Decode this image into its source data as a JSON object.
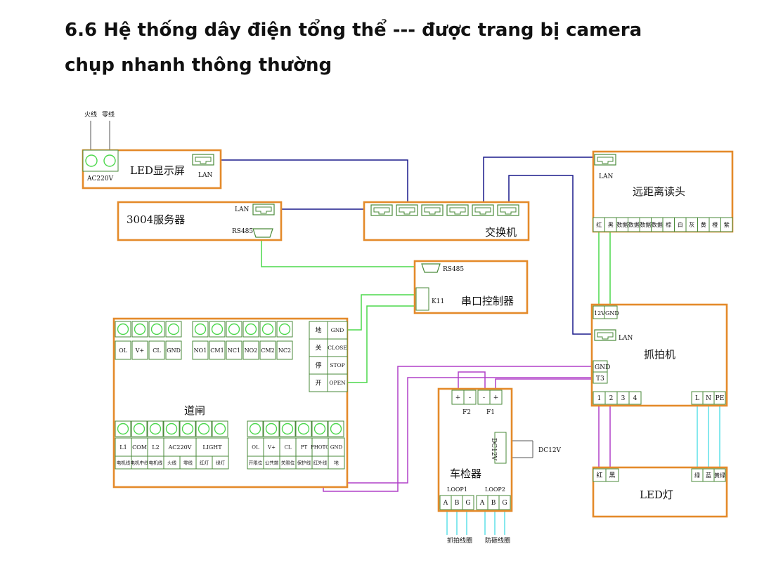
{
  "heading": {
    "line1": "6.6 Hệ thống dây điện tổng thể --- được trang bị camera",
    "line2": "chụp nhanh thông thường"
  },
  "power_top": {
    "live": "火线",
    "neutral": "零线"
  },
  "led_display": {
    "title": "LED显示屏",
    "ac": "AC220V",
    "lan": "LAN"
  },
  "server": {
    "title": "3004服务器",
    "lan": "LAN",
    "rs485": "RS485"
  },
  "switch": {
    "title": "交换机"
  },
  "reader": {
    "title": "远距离读头",
    "lan": "LAN",
    "pins": [
      "红",
      "黑",
      "数据",
      "数据",
      "数据",
      "数据",
      "棕",
      "白",
      "灰",
      "黄",
      "橙",
      "紫"
    ]
  },
  "serial_ctrl": {
    "title": "串口控制器",
    "rs485": "RS485",
    "k11": "K11"
  },
  "camera": {
    "title": "抓拍机",
    "v12": "12V",
    "gnd_top": "GND",
    "lan": "LAN",
    "gnd": "GND",
    "t3": "T3",
    "io": [
      "1",
      "2",
      "3",
      "4"
    ],
    "power": [
      "L",
      "N",
      "PE"
    ]
  },
  "barrier": {
    "title": "道闸",
    "top_labels": [
      "OL",
      "V+",
      "CL",
      "GND",
      "NO1",
      "CM1",
      "NC1",
      "NO2",
      "CM2",
      "NC2"
    ],
    "side_cn": [
      "地",
      "关",
      "停",
      "开"
    ],
    "side_en": [
      "GND",
      "CLOSE",
      "STOP",
      "OPEN"
    ],
    "bot_labels": [
      "L1",
      "COM",
      "L2",
      "AC220V",
      "LIGHT",
      "OL",
      "V+",
      "CL",
      "PT",
      "PHOTO",
      "GND"
    ],
    "bot_desc": [
      "电机线",
      "电机中线",
      "电机线",
      "火线",
      "零线",
      "红灯",
      "绿灯",
      "开限位",
      "公共端",
      "关限位",
      "保护线",
      "红外线",
      "地"
    ]
  },
  "detector": {
    "title": "车检器",
    "dc": "DC12V",
    "dc_label": "DC12V",
    "f2": "F2",
    "f1": "F1",
    "signs": [
      "+",
      "-",
      "-",
      "+"
    ],
    "loop1": "LOOP1",
    "loop2": "LOOP2",
    "pins": [
      "A",
      "B",
      "G",
      "A",
      "B",
      "G"
    ],
    "coil1": "抓拍线圈",
    "coil2": "防砸线圈"
  },
  "led_light": {
    "title": "LED灯",
    "left_pins": [
      "红",
      "黑"
    ],
    "right_pins": [
      "绿",
      "蓝",
      "黄绿"
    ]
  }
}
